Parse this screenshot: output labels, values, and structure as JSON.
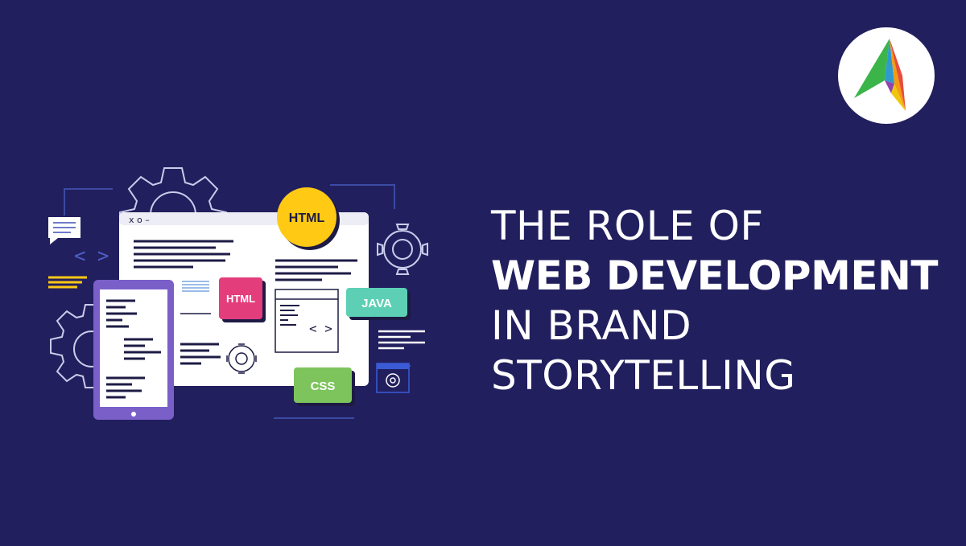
{
  "headline": {
    "line1": "THE ROLE OF",
    "line2": "WEB DEVELOPMENT",
    "line3": "IN BRAND",
    "line4": "STORYTELLING"
  },
  "illustration": {
    "badge_html_circle": "HTML",
    "badge_html_pink": "HTML",
    "badge_java": "JAVA",
    "badge_css": "CSS",
    "window_controls": "x o –",
    "code_brackets": "< >",
    "side_brackets": "< >"
  },
  "icons": {
    "logo": "arrow-logo-icon",
    "gears": "gear-icon",
    "chat": "chat-bubble-icon",
    "tablet": "tablet-icon",
    "window": "browser-window-icon"
  },
  "colors": {
    "background": "#221F5E",
    "text": "#FFFFFF",
    "purple_tablet": "#7A5FC9",
    "yellow": "#FFC914",
    "pink": "#E43D7B",
    "teal": "#5DCFB4",
    "green": "#7CC45B",
    "navy_line": "#2E3A8C"
  }
}
